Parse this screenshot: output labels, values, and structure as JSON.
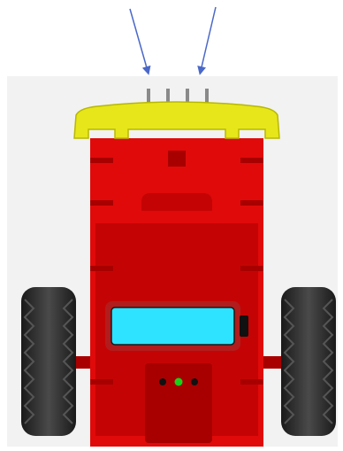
{
  "diagram": {
    "subject": "wheeled-robot-top-view",
    "colors": {
      "background_panel": "#f2f2f2",
      "chassis": "#e00a0a",
      "chassis_dark": "#a80000",
      "chassis_shadow": "#c40404",
      "bumper": "#e6e61a",
      "bumper_edge": "#b8b800",
      "battery_fill": "#2ee3ff",
      "battery_frame": "#b21c1c",
      "tire": "#2e2e2e",
      "tire_tread": "#555555",
      "arrow": "#4a68c8",
      "sensor_pin": "#8a8a8a",
      "led_green": "#19d119",
      "led_black": "#111111"
    },
    "sensor_pin_count": 4,
    "arrow_count": 2,
    "led_count": 3
  }
}
